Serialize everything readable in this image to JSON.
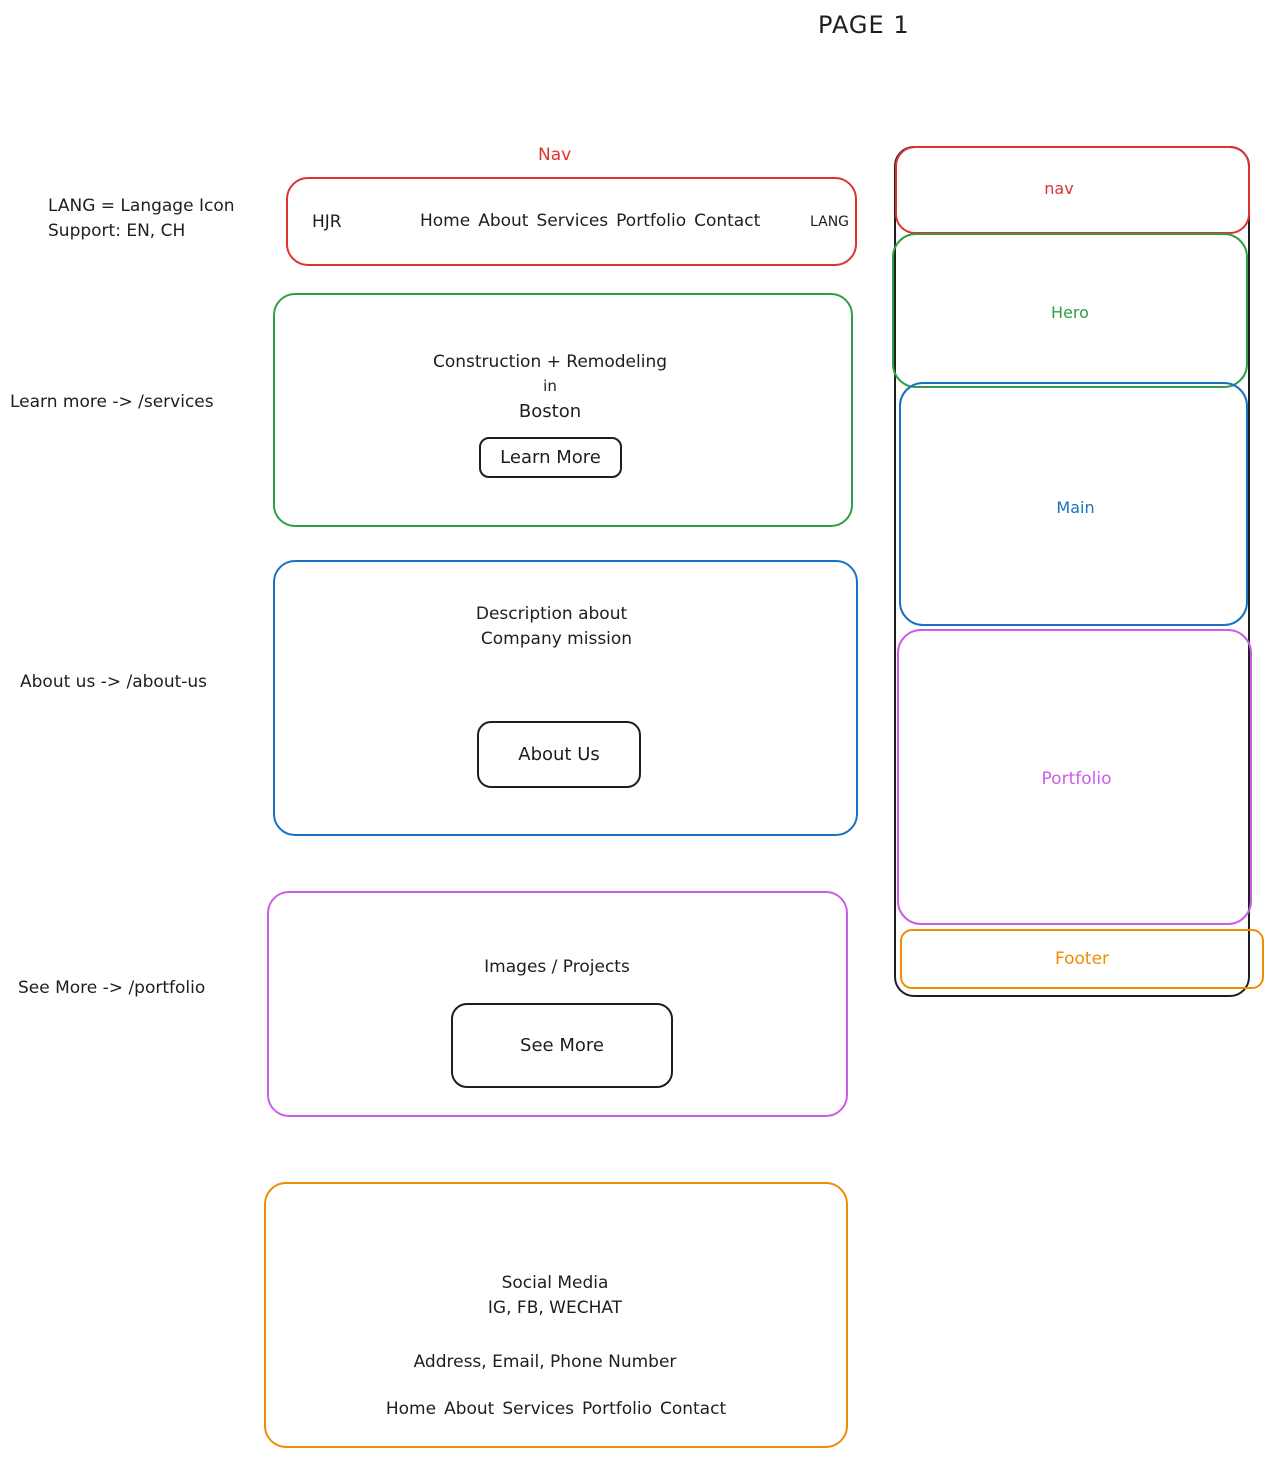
{
  "page_title": "PAGE 1",
  "colors": {
    "nav": "#e03131",
    "hero": "#2f9e44",
    "main": "#1971c2",
    "portfolio": "#cc5de8",
    "footer": "#f08c00",
    "ink": "#1e1e1e"
  },
  "annotations": {
    "lang_note_line1": "LANG = Langage Icon",
    "lang_note_line2": "Support: EN, CH",
    "learn_more_note": "Learn more -> /services",
    "about_note": "About us -> /about-us",
    "see_more_note": "See More -> /portfolio"
  },
  "nav": {
    "section_label": "Nav",
    "logo": "HJR",
    "links": [
      "Home",
      "About",
      "Services",
      "Portfolio",
      "Contact"
    ],
    "lang": "LANG"
  },
  "hero": {
    "line1": "Construction + Remodeling",
    "line2": "in",
    "line3": "Boston",
    "button": "Learn More"
  },
  "main": {
    "line1": "Description about",
    "line2": "Company mission",
    "button": "About Us"
  },
  "portfolio": {
    "title": "Images / Projects",
    "button": "See More"
  },
  "footer": {
    "social_title": "Social Media",
    "social_list": "IG, FB, WECHAT",
    "contact_info": "Address, Email, Phone Number",
    "links": [
      "Home",
      "About",
      "Services",
      "Portfolio",
      "Contact"
    ]
  },
  "overview": {
    "nav": "nav",
    "hero": "Hero",
    "main": "Main",
    "portfolio": "Portfolio",
    "footer": "Footer"
  }
}
